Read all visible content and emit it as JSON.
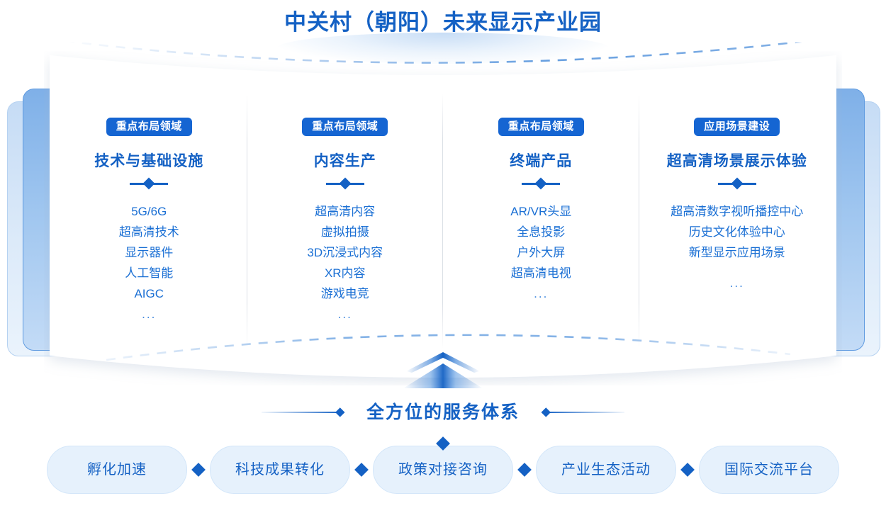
{
  "header": {
    "title": "中关村（朝阳）未来显示产业园"
  },
  "cards": [
    {
      "badge": "重点布局领域",
      "title": "技术与基础设施",
      "items": [
        "5G/6G",
        "超高清技术",
        "显示器件",
        "人工智能",
        "AIGC",
        "..."
      ]
    },
    {
      "badge": "重点布局领域",
      "title": "内容生产",
      "items": [
        "超高清内容",
        "虚拟拍摄",
        "3D沉浸式内容",
        "XR内容",
        "游戏电竞",
        "..."
      ]
    },
    {
      "badge": "重点布局领域",
      "title": "终端产品",
      "items": [
        "AR/VR头显",
        "全息投影",
        "户外大屏",
        "超高清电视",
        "..."
      ]
    },
    {
      "badge": "应用场景建设",
      "title": "超高清场景展示体验",
      "items": [
        "超高清数字视听播控中心",
        "历史文化体验中心",
        "新型显示应用场景",
        "..."
      ]
    }
  ],
  "service": {
    "heading": "全方位的服务体系",
    "pills": [
      "孵化加速",
      "科技成果转化",
      "政策对接咨询",
      "产业生态活动",
      "国际交流平台"
    ]
  },
  "colors": {
    "brand_blue": "#1461c4",
    "badge_blue": "#1565d2",
    "item_blue": "#1a6fd4",
    "pill_fill": "#e6f1fc",
    "panel_white": "#ffffff",
    "dashed_arc": "#8fb8e8",
    "side_layer_light": "#dceaf9",
    "side_layer_dark": "#9ec5ef"
  },
  "icons": {
    "card_divider": "diamond-divider-icon",
    "center_arrow": "double-chevron-up-icon",
    "pill_separator": "diamond-separator-icon",
    "heading_deco_left": "arrow-line-right-icon",
    "heading_deco_right": "arrow-line-left-icon",
    "top_arc": "dashed-arc-icon",
    "bottom_arc": "dashed-arc-icon"
  }
}
